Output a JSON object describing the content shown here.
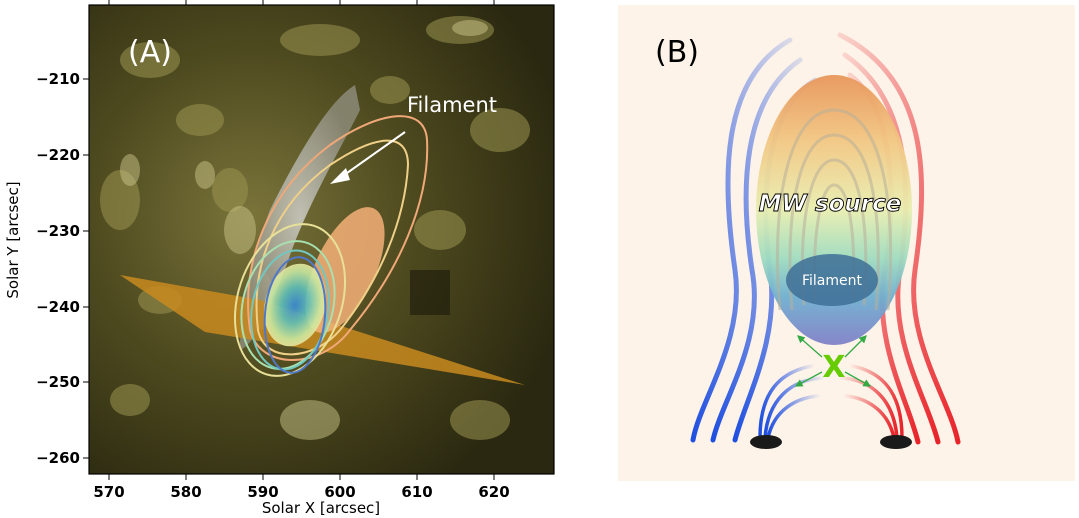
{
  "panel_a": {
    "label": "(A)",
    "annotation": "Filament",
    "xlabel": "Solar X [arcsec]",
    "ylabel": "Solar Y [arcsec]",
    "xticks": [
      "570",
      "580",
      "590",
      "600",
      "610",
      "620"
    ],
    "yticks": [
      "−210",
      "−220",
      "−230",
      "−240",
      "−250",
      "−260"
    ]
  },
  "panel_b": {
    "label": "(B)",
    "source_label": "MW source",
    "filament_label": "Filament",
    "x_marker": "X"
  },
  "colors": {
    "background_a": "#4a4518",
    "plane": "#c8891e",
    "background_b": "#fdf3e8",
    "field_left": "#1f4fe0",
    "field_right": "#e8232a",
    "x_marker": "#66cc00"
  }
}
